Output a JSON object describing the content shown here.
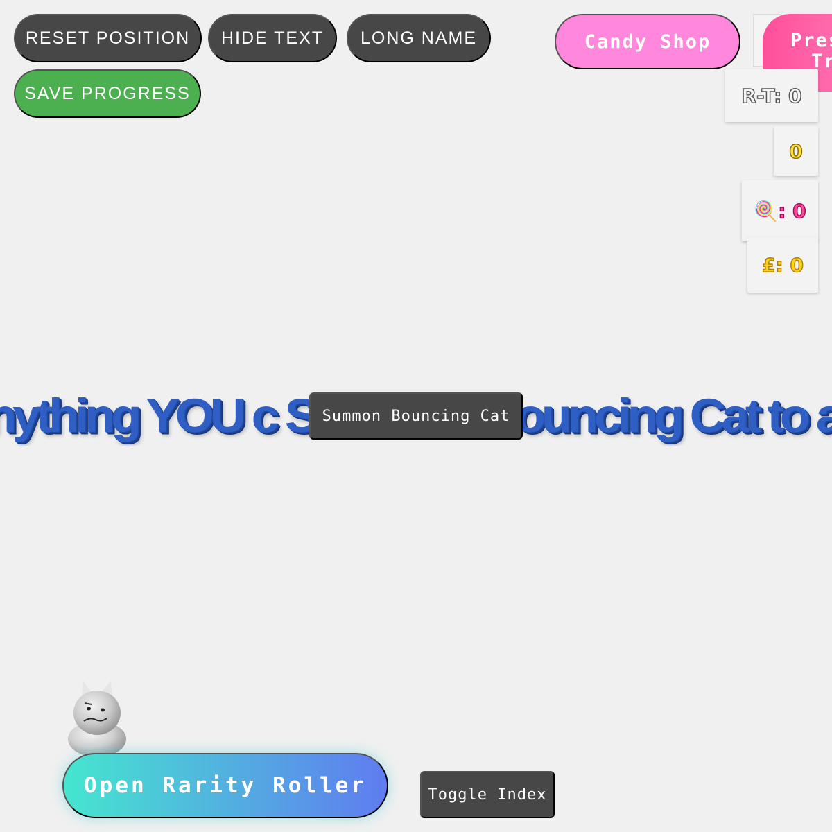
{
  "controls": {
    "reset_label": "RESET POSITION",
    "hide_label": "HIDE TEXT",
    "long_label": "LONG NAME",
    "save_label": "SAVE PROGRESS"
  },
  "shop": {
    "candy_shop_label": "Candy Shop",
    "prestige_line1": "Pres",
    "prestige_line2": "Tr"
  },
  "stats": {
    "rt": "R-T: 0",
    "coins": "0",
    "candy": "🍭: 0",
    "pounds": "£: 0"
  },
  "marquee": {
    "text": "nything YOU c Summon Bouncing Cat to an upgrade t"
  },
  "buttons": {
    "summon_label": "Summon Bouncing Cat",
    "roller_label": "Open Rarity Roller",
    "toggle_label": "Toggle Index"
  },
  "colors": {
    "dark_button": "#474747",
    "save_button": "#4caf50",
    "candy_shop": "#ff88dc",
    "prestige": "#ff5fa8",
    "marquee_text": "#2f5fc4",
    "roller_start": "#45e6cf",
    "roller_end": "#5f7cf0"
  }
}
